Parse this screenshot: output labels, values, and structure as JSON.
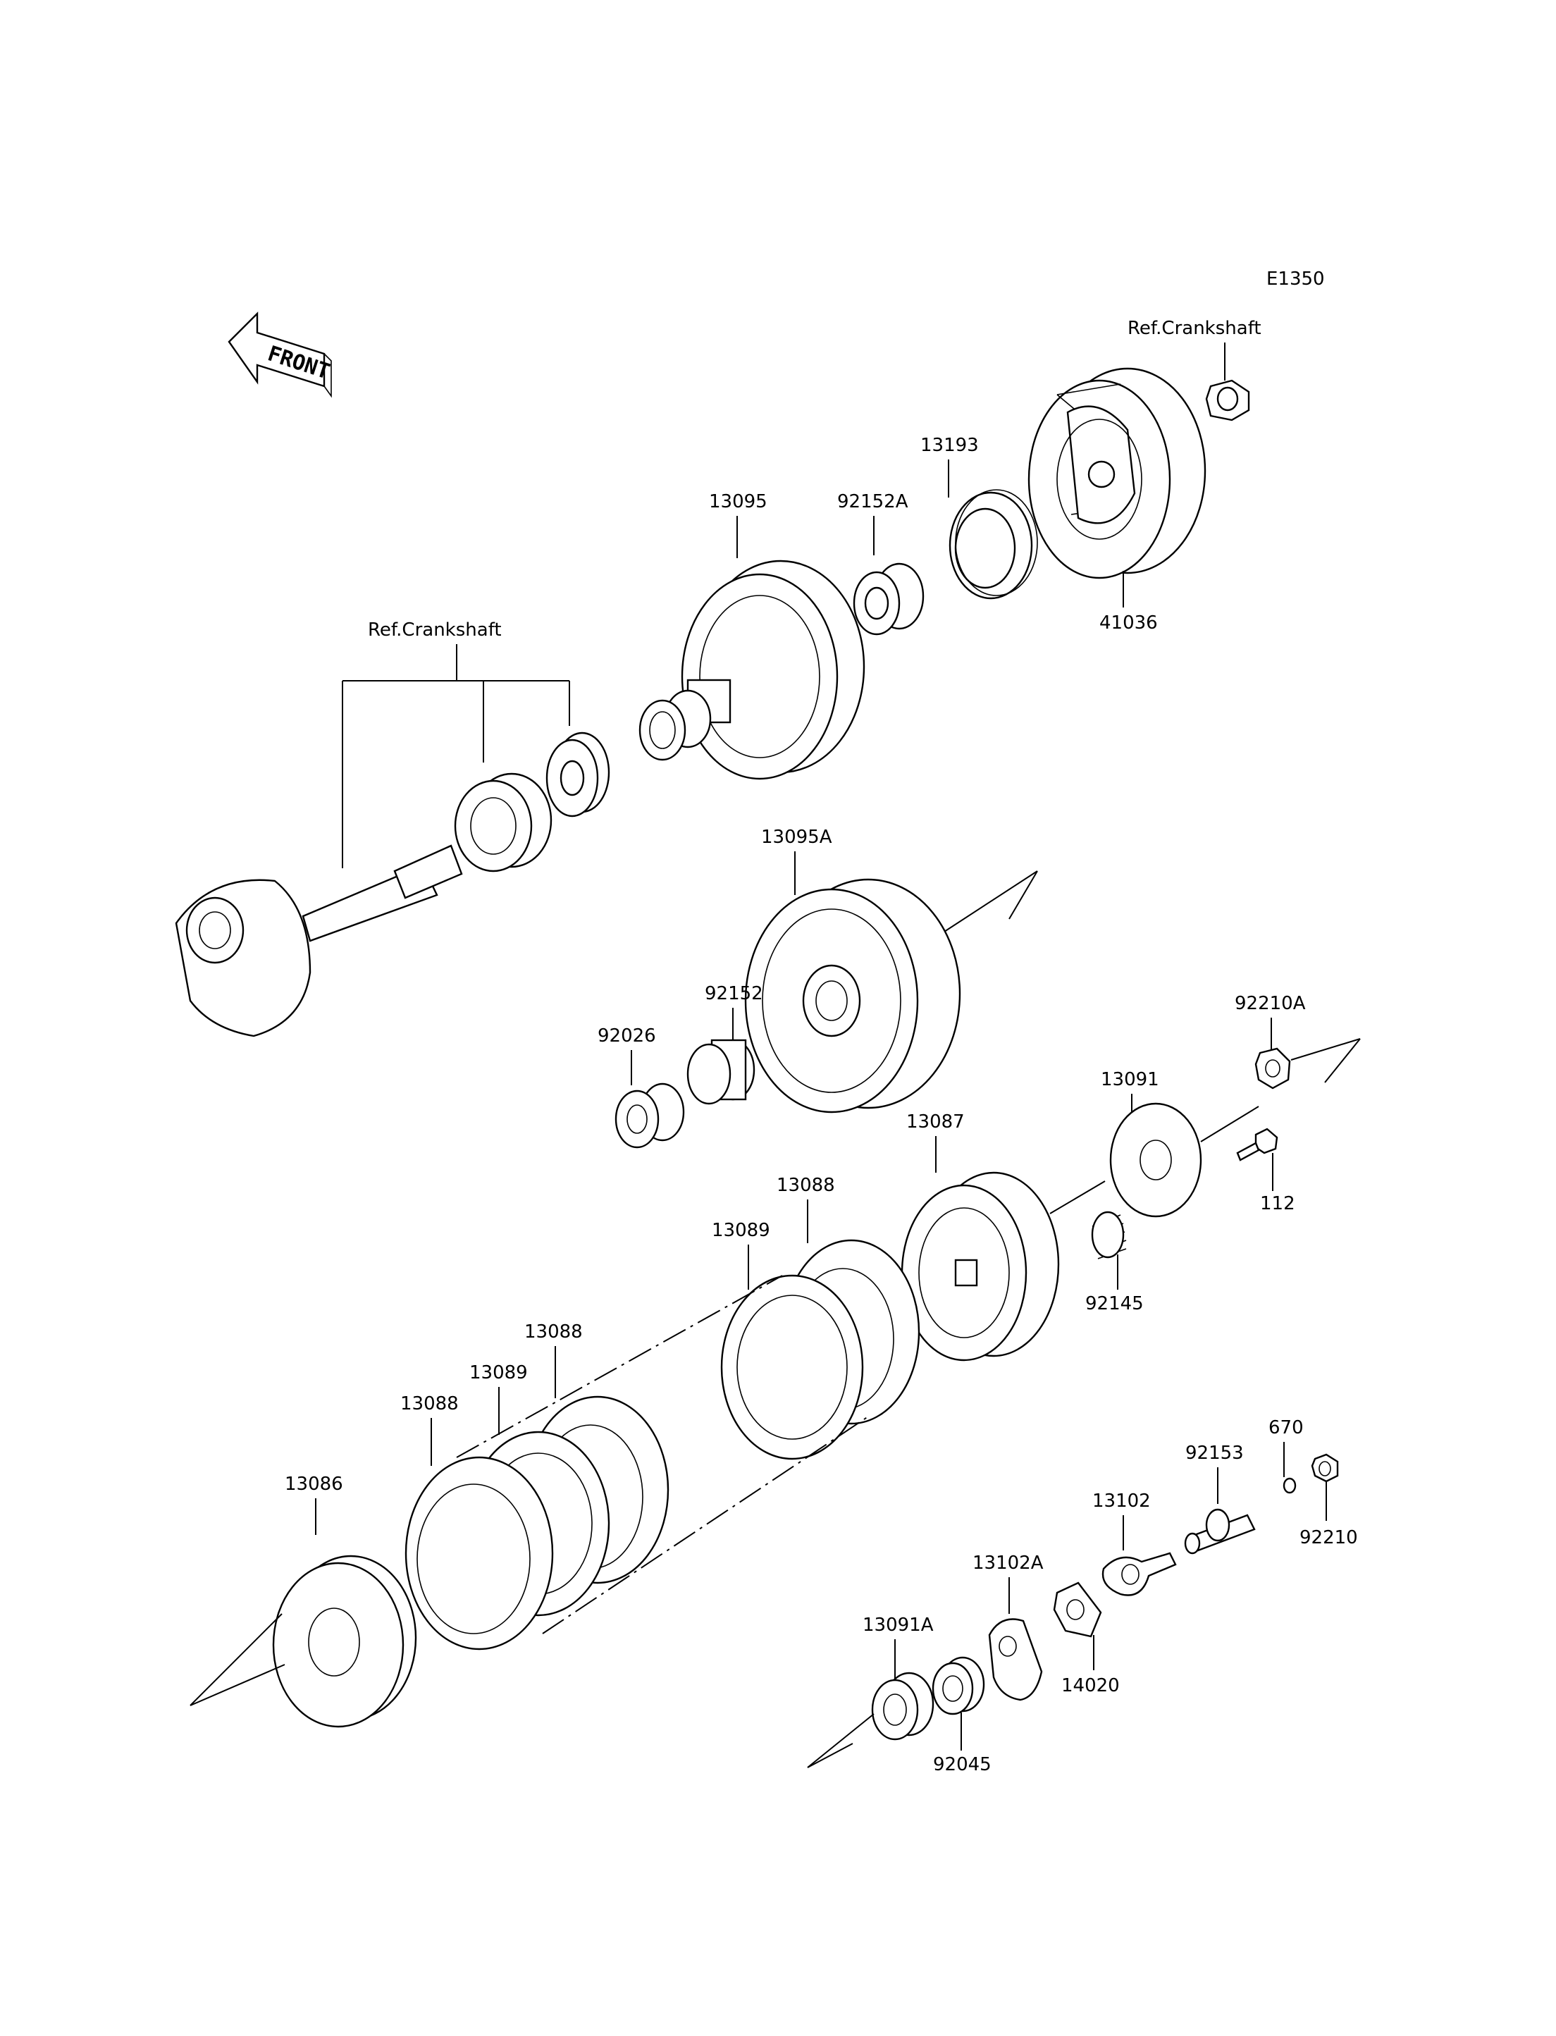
{
  "diagram_code": "E1350",
  "front_label": "FRONT",
  "ref_labels": {
    "crankshaft_top": "Ref.Crankshaft",
    "crankshaft_left": "Ref.Crankshaft"
  },
  "part_numbers": {
    "p13095": "13095",
    "p92152A": "92152A",
    "p13193": "13193",
    "p41036": "41036",
    "p13095A": "13095A",
    "p92152": "92152",
    "p92026": "92026",
    "p92210A": "92210A",
    "p13091": "13091",
    "p112": "112",
    "p13087": "13087",
    "p92145": "92145",
    "p13088_a": "13088",
    "p13089_a": "13089",
    "p13088_b": "13088",
    "p13089_b": "13089",
    "p13088_c": "13088",
    "p13086": "13086",
    "p670": "670",
    "p92153": "92153",
    "p92210": "92210",
    "p13102": "13102",
    "p13102A": "13102A",
    "p14020": "14020",
    "p13091A": "13091A",
    "p92045": "92045"
  }
}
